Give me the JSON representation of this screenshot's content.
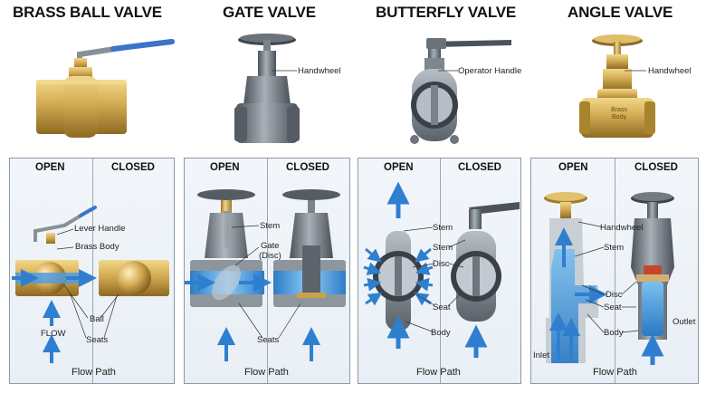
{
  "titles": {
    "ball": "BRASS BALL VALVE",
    "gate": "GATE VALVE",
    "butterfly": "BUTTERFLY VALVE",
    "angle": "ANGLE VALVE"
  },
  "top_labels": {
    "gate_handwheel": "Handwheel",
    "butterfly_operator": "Operator Handle",
    "angle_handwheel": "Handwheel",
    "angle_stamp": "Brass Body"
  },
  "panel_heads": {
    "open": "OPEN",
    "closed": "CLOSED"
  },
  "flow_path": "Flow Path",
  "ball_panel": {
    "lever": "Lever Handle",
    "body": "Brass Body",
    "ball": "Ball",
    "seats": "Seats",
    "flow": "FLOW"
  },
  "gate_panel": {
    "stem": "Stem",
    "gate": "Gate",
    "disc": "(Disc)",
    "seats": "Seats"
  },
  "butterfly_panel": {
    "stem": "Stem",
    "stem2": "Stem",
    "disc": "Disc",
    "seat": "Seat",
    "body": "Body"
  },
  "angle_panel": {
    "handwheel": "Handwheel",
    "stem": "Stem",
    "disc": "Disc",
    "seat": "Seat",
    "body": "Body",
    "outlet": "Outlet",
    "inlet": "Inlet"
  },
  "colors": {
    "brass": "#c9a24a",
    "steel": "#6f7780",
    "water": "#3f8fd6",
    "arrow": "#2f7fd0",
    "handle": "#3b74c9"
  }
}
